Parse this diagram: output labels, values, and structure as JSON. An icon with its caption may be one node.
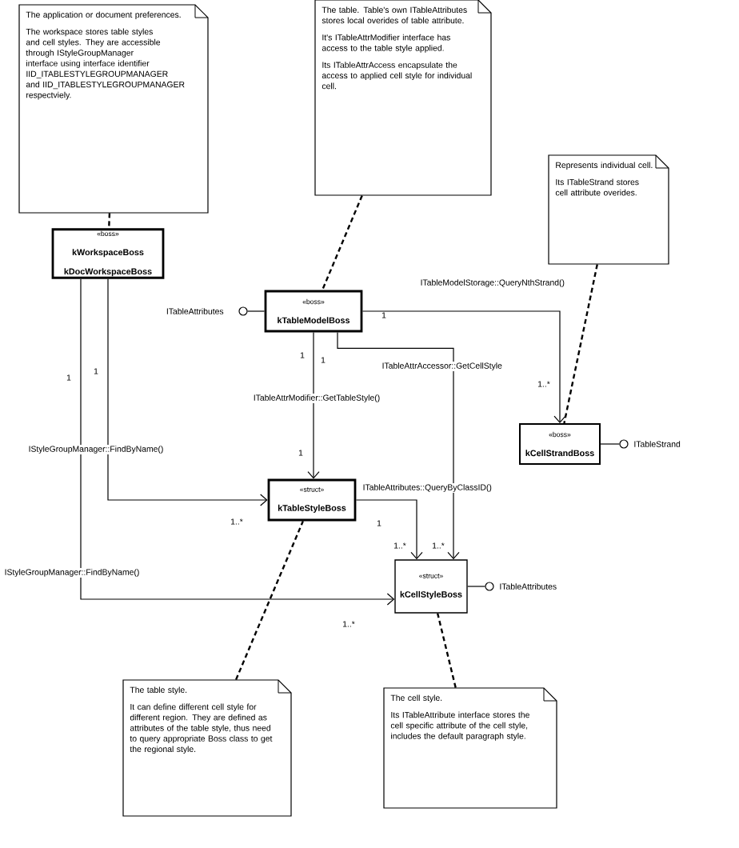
{
  "diagram": {
    "nodes": [
      {
        "text": [
          "The application or document preferences.",
          "The workspace stores table styles and cell styles. They are accessible through IStyleGroupManager interface using interface identifier IID_ITABLESTYLEGROUPMANAGER and IID_ITABLESTYLEGROUPMANAGER respectviely."
        ]
      },
      {
        "text": [
          "The table. Table's own ITableAttributes stores local overides of table attribute.",
          "It's ITableAttrModifier interface has access to the table style applied.",
          "Its ITableAttrAccess encapsulate the access to applied cell style for individual cell."
        ]
      },
      {
        "text": [
          "Represents individual cell.",
          "Its ITableStrand stores cell attribute overides."
        ]
      },
      {
        "text": [
          "«boss»",
          "kWorkspaceBoss",
          "kDocWorkspaceBoss"
        ]
      },
      {
        "text": [
          "«boss»",
          "kTableModelBoss"
        ]
      },
      {
        "text": [
          "«boss»",
          "kCellStrandBoss"
        ]
      },
      {
        "text": [
          "«struct»",
          "kTableStyleBoss"
        ]
      },
      {
        "text": [
          "«struct»",
          "kCellStyleBoss"
        ]
      },
      {
        "text": [
          "The table style.",
          "It can define different cell style for different region. They are defined as attributes of the table style, thus need to query appropriate Boss class to get the regional style."
        ]
      },
      {
        "text": [
          "The cell style.",
          "Its ITableAttribute interface stores the cell specific attribute of the cell style, includes the default paragraph style."
        ]
      },
      {
        "text": [],
        "shape": "circle",
        "beside": [
          "ITableAttributes"
        ]
      },
      {
        "text": [],
        "shape": "circle",
        "beside": [
          "ITableStrand"
        ]
      },
      {
        "text": [],
        "shape": "circle",
        "beside": [
          "ITableAttributes"
        ]
      }
    ],
    "edges": [
      {
        "from": 0,
        "to": 3,
        "arrow": "none",
        "style": "dashed"
      },
      {
        "from": 1,
        "to": 4,
        "arrow": "none",
        "style": "dashed"
      },
      {
        "from": 2,
        "to": 5,
        "arrow": "none",
        "style": "dashed"
      },
      {
        "from": 8,
        "to": 6,
        "arrow": "none",
        "style": "dashed"
      },
      {
        "from": 9,
        "to": 7,
        "arrow": "none",
        "style": "dashed"
      },
      {
        "from": 10,
        "to": 4,
        "arrow": "none"
      },
      {
        "from": 11,
        "to": 5,
        "arrow": "none"
      },
      {
        "from": 12,
        "to": 7,
        "arrow": "none"
      },
      {
        "from": 4,
        "to": 5,
        "arrow": "to",
        "label": "ITableModelStorage::QueryNthStrand()"
      },
      {
        "from": 4,
        "to": 6,
        "arrow": "to",
        "label": "ITableAttrModifier::GetTableStyle()"
      },
      {
        "from": 4,
        "to": 7,
        "arrow": "to",
        "label": "ITableAttrAccessor::GetCellStyle"
      },
      {
        "from": 6,
        "to": 7,
        "arrow": "to",
        "label": "ITableAttributes::QueryByClassID()"
      },
      {
        "from": 3,
        "to": 6,
        "arrow": "to",
        "label": "IStyleGroupManager::FindByName()"
      },
      {
        "from": 3,
        "to": 7,
        "arrow": "to",
        "label": "IStyleGroupManager::FindByName()"
      }
    ],
    "labels": [
      "1",
      "1",
      "1",
      "1",
      "1",
      "1..*",
      "1",
      "1..*",
      "1",
      "1..*",
      "1..*",
      "1..*"
    ]
  }
}
